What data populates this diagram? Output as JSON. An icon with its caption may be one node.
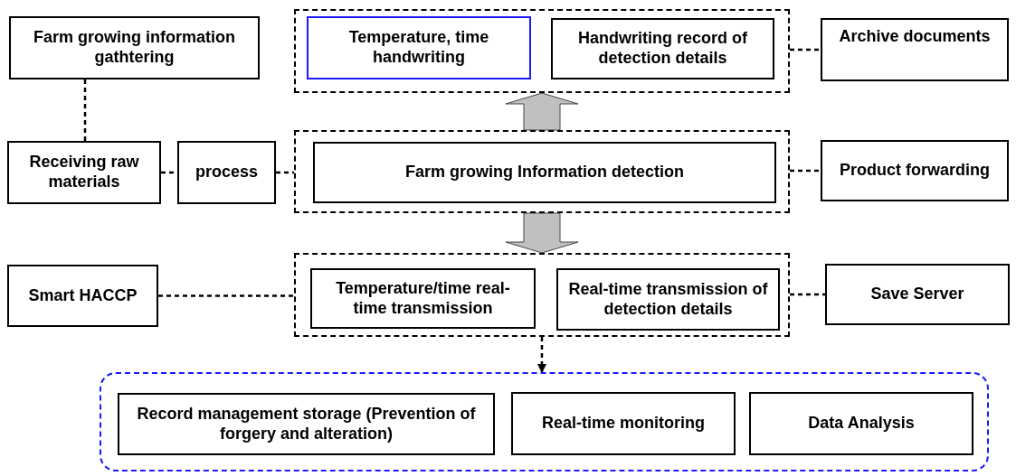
{
  "diagram": {
    "nodes": [
      {
        "text": [
          "Farm growing information gathtering"
        ]
      },
      {
        "text": [],
        "shape": "box"
      },
      {
        "text": [
          "Temperature, time handwriting"
        ],
        "in": 1
      },
      {
        "text": [
          "Handwriting record of detection details"
        ],
        "in": 1
      },
      {
        "text": [
          "Archive documents"
        ]
      },
      {
        "text": [
          "Receiving raw materials"
        ]
      },
      {
        "text": [
          "process"
        ]
      },
      {
        "text": [],
        "shape": "box"
      },
      {
        "text": [
          "Farm growing Information detection"
        ],
        "in": 7
      },
      {
        "text": [
          "Product forwarding"
        ]
      },
      {
        "text": [
          "Smart HACCP"
        ]
      },
      {
        "text": [],
        "shape": "box"
      },
      {
        "text": [
          "Temperature/time real-time transmission"
        ],
        "in": 11
      },
      {
        "text": [
          "Real-time transmission of detection details"
        ],
        "in": 11
      },
      {
        "text": [
          "Save Server"
        ]
      },
      {
        "text": [],
        "shape": "box"
      },
      {
        "text": [
          "Record management storage (Prevention of forgery and alteration)"
        ],
        "in": 15
      },
      {
        "text": [
          "Real-time monitoring"
        ],
        "in": 15
      },
      {
        "text": [
          "Data Analysis"
        ],
        "in": 15
      }
    ],
    "edges": [
      {
        "from": 0,
        "to": 5,
        "arrow": "none",
        "style": "dashed"
      },
      {
        "from": 5,
        "to": 6,
        "arrow": "none",
        "style": "dashed"
      },
      {
        "from": 6,
        "to": 7,
        "arrow": "none",
        "style": "dashed"
      },
      {
        "from": 1,
        "to": 4,
        "arrow": "none",
        "style": "dashed"
      },
      {
        "from": 7,
        "to": 9,
        "arrow": "none",
        "style": "dashed"
      },
      {
        "from": 7,
        "to": 1,
        "arrow": "to",
        "style": "thick",
        "color": "#c0c0c0"
      },
      {
        "from": 7,
        "to": 11,
        "arrow": "to",
        "style": "thick",
        "color": "#c0c0c0"
      },
      {
        "from": 10,
        "to": 11,
        "arrow": "none",
        "style": "dashed"
      },
      {
        "from": 11,
        "to": 14,
        "arrow": "none",
        "style": "dashed"
      },
      {
        "from": 11,
        "to": 15,
        "arrow": "to",
        "style": "dashed"
      }
    ]
  }
}
